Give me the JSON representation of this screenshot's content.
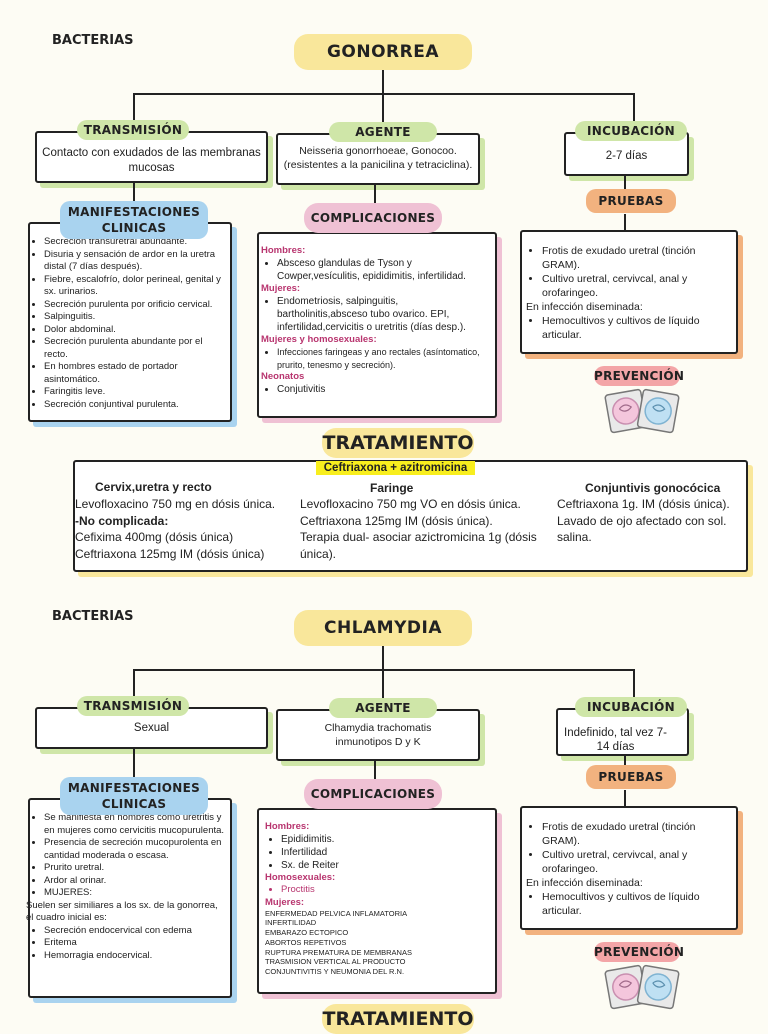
{
  "gonorrea": {
    "category": "BACTERIAS",
    "title": "GONORREA",
    "transmission": {
      "label": "TRANSMISIÓN",
      "text": "Contacto con exudados de las membranas mucosas"
    },
    "agent": {
      "label": "AGENTE",
      "text": "Neisseria gonorrhoeae, Gonocoo. (resistentes a la panicilina y tetraciclina)."
    },
    "incubation": {
      "label": "INCUBACIÓN",
      "text": "2-7 días"
    },
    "manifestations": {
      "label": "MANIFESTACIONES CLINICAS",
      "items": [
        "Secreción transuretral abundante.",
        "Disuria y sensación de ardor en la uretra distal (7 días después).",
        "Fiebre, escalofrío, dolor perineal, genital y sx. urinarios.",
        "Secreción purulenta por orificio cervical.",
        "Salpinguitis.",
        "Dolor abdominal.",
        "Secreción purulenta abundante por el recto.",
        "En hombres estado de portador asintomático.",
        "Faringitis leve.",
        "Secreción conjuntival purulenta."
      ]
    },
    "complications": {
      "label": "COMPLICACIONES",
      "groups": [
        {
          "title": "Hombres:",
          "items": [
            "Absceso glandulas de Tyson y Cowper,vesículitis, epididimitis, infertilidad."
          ]
        },
        {
          "title": "Mujeres:",
          "items": [
            "Endometriosis, salpinguitis, bartholinitis,absceso tubo ovarico. EPI, infertilidad,cervicitis o uretritis (días desp.)."
          ]
        },
        {
          "title": "Mujeres y homosexuales:",
          "items": [
            "Infecciones faringeas y ano rectales (asíntomatico, prurito, tenesmo y secreción)."
          ]
        },
        {
          "title": "Neonatos",
          "items": [
            "Conjutivitis"
          ]
        }
      ]
    },
    "tests": {
      "label": "PRUEBAS",
      "items": [
        "Frotis de exudado uretral (tinción GRAM).",
        "Cultivo uretral, cervivcal, anal y orofaringeo."
      ],
      "note": "En infección diseminada:",
      "items2": [
        "Hemocultivos y cultivos de líquido articular."
      ]
    },
    "prevention": {
      "label": "PREVENCIÓN"
    },
    "treatment": {
      "label": "TRATAMIENTO",
      "highlight": "Ceftriaxona + azitromicina",
      "col1": {
        "title": "Cervix,uretra y recto",
        "lines": [
          "Levofloxacino 750 mg en dósis única.",
          "-No complicada:",
          "Cefixima 400mg (dósis única)",
          "Ceftriaxona 125mg IM (dósis única)"
        ]
      },
      "col2": {
        "title": "Faringe",
        "lines": [
          "Levofloxacino 750 mg VO en dósis única.",
          "Ceftriaxona 125mg IM (dósis única).",
          "Terapia dual- asociar azictromicina 1g (dósis única)."
        ]
      },
      "col3": {
        "title": "Conjuntivis gonocócica",
        "lines": [
          "Ceftriaxona 1g. IM (dósis única).",
          "Lavado de ojo  afectado con sol. salina."
        ]
      }
    }
  },
  "chlamydia": {
    "category": "BACTERIAS",
    "title": "CHLAMYDIA",
    "transmission": {
      "label": "TRANSMISIÓN",
      "text": "Sexual"
    },
    "agent": {
      "label": "AGENTE",
      "text": "Clhamydia trachomatis inmunotipos D y K"
    },
    "incubation": {
      "label": "INCUBACIÓN",
      "text": "Indefinido, tal vez 7-14 días"
    },
    "manifestations": {
      "label": "MANIFESTACIONES CLINICAS",
      "items": [
        "Se manifiesta en hombres como uretritis y en mujeres como cervicitis mucopurulenta.",
        "Presencia de secreción mucopurolenta en cantidad moderada o escasa.",
        "Prurito uretral.",
        "Ardor al orinar.",
        "MUJERES:"
      ],
      "note": "Suelen ser similiares a los sx. de la gonorrea, el cuadro inicial es:",
      "items2": [
        "Secreción endocervical con edema",
        "Eritema",
        "Hemorragia endocervical."
      ]
    },
    "complications": {
      "label": "COMPLICACIONES",
      "men_title": "Hombres:",
      "men": [
        "Epididimitis.",
        "Infertilidad",
        "Sx. de Reiter"
      ],
      "homo_title": "Homosexuales:",
      "homo": [
        "Proctitis"
      ],
      "women_title": "Mujeres:",
      "women": [
        "ENFERMEDAD PELVICA INFLAMATORIA",
        "INFERTILIDAD",
        "EMBARAZO ECTOPICO",
        "ABORTOS REPETIVOS",
        "RUPTURA PREMATURA DE MEMBRANAS",
        "TRASMISION VERTICAL AL PRODUCTO",
        "CONJUNTIVITIS Y NEUMONIA DEL R.N."
      ]
    },
    "tests": {
      "label": "PRUEBAS",
      "items": [
        "Frotis de exudado uretral (tinción GRAM).",
        "Cultivo uretral, cervivcal, anal y orofaringeo."
      ],
      "note": "En infección diseminada:",
      "items2": [
        "Hemocultivos y cultivos de líquido articular."
      ]
    },
    "prevention": {
      "label": "PREVENCIÓN"
    },
    "treatment": {
      "label": "TRATAMIENTO"
    }
  }
}
